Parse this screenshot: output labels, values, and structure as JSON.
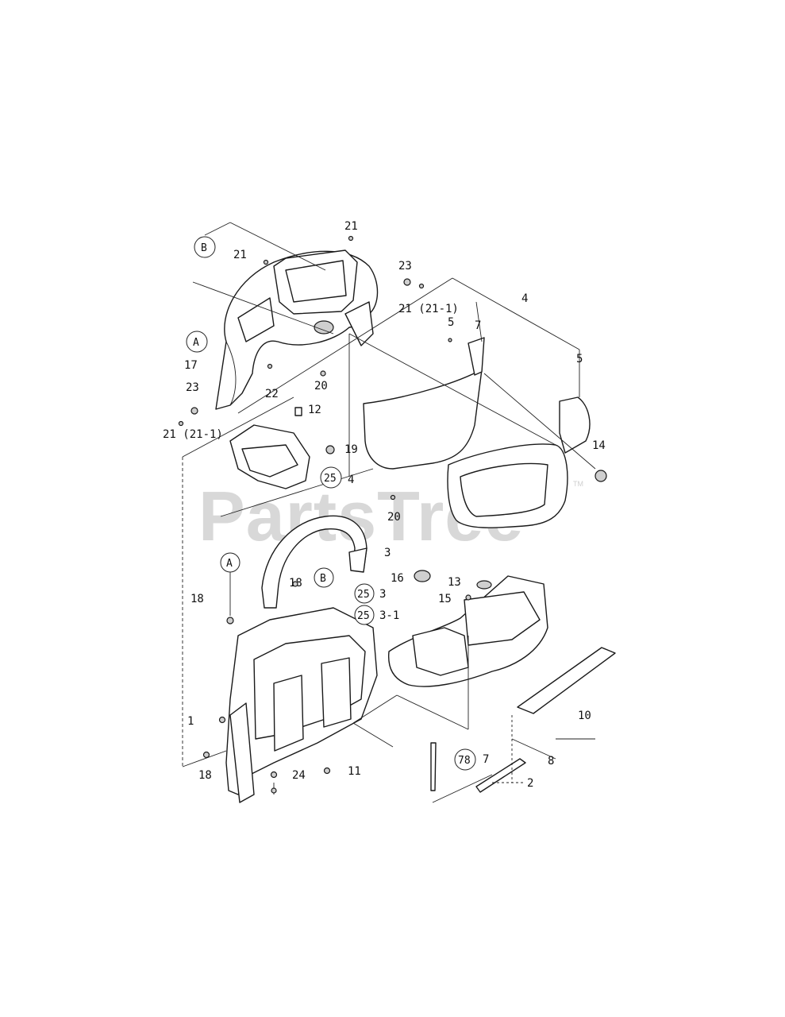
{
  "watermark": {
    "text": "PartsTree",
    "tm": "TM"
  },
  "callouts": {
    "c21_top": "21",
    "c21_left": "21",
    "c23_top": "23",
    "c21_211_right": "21 (21-1)",
    "c4": "4",
    "c5_top": "5",
    "c7": "7",
    "c5_right": "5",
    "c17": "17",
    "c23_left": "23",
    "c22": "22",
    "c20_a": "20",
    "c12": "12",
    "c21_211_left": "21 (21-1)",
    "c19": "19",
    "c14": "14",
    "c4_mid": "4",
    "c20_b": "20",
    "c3": "3",
    "c16": "16",
    "c13": "13",
    "c15": "15",
    "c18_a": "18",
    "c18_b": "18",
    "c3_25": "3",
    "c3_1_25": "3-1",
    "c1": "1",
    "c10": "10",
    "c8": "8",
    "c18_c": "18",
    "c24": "24",
    "c11": "11",
    "c7_78": "7",
    "c2": "2"
  },
  "circles": {
    "b_top": "B",
    "a_top": "A",
    "c25_mid": "25",
    "a_mid": "A",
    "b_mid": "B",
    "c25_a": "25",
    "c25_b": "25",
    "c78": "78"
  }
}
